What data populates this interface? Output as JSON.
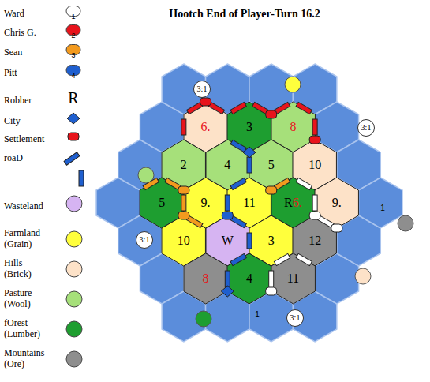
{
  "diagram": {
    "title": "Hootch End of Player-Turn 16.2",
    "nodes": [
      {
        "text": [
          "3:1"
        ]
      },
      {
        "text": [
          "6."
        ]
      },
      {
        "text": [
          "3"
        ]
      },
      {
        "text": [
          "8"
        ]
      },
      {
        "text": [
          "3:1"
        ]
      },
      {
        "text": [
          "2"
        ]
      },
      {
        "text": [
          "4"
        ]
      },
      {
        "text": [
          "5"
        ]
      },
      {
        "text": [
          "10"
        ]
      },
      {
        "text": [
          "5"
        ]
      },
      {
        "text": [
          "9."
        ]
      },
      {
        "text": [
          "11"
        ]
      },
      {
        "text": [
          "R",
          "6."
        ]
      },
      {
        "text": [
          "9."
        ]
      },
      {
        "text": [
          "3:1"
        ]
      },
      {
        "text": [
          "10"
        ]
      },
      {
        "text": [
          "W"
        ]
      },
      {
        "text": [
          "3"
        ]
      },
      {
        "text": [
          "12"
        ]
      },
      {
        "text": [
          "8"
        ]
      },
      {
        "text": [
          "4"
        ]
      },
      {
        "text": [
          "11"
        ]
      },
      {
        "text": [
          "3:1"
        ]
      }
    ],
    "labels": [
      "1",
      "2",
      "3",
      "4",
      "R",
      "1",
      "1"
    ],
    "legend": [
      {
        "text": "Ward",
        "color": "#ffffff"
      },
      {
        "text": "Chris G.",
        "color": "#e8141c"
      },
      {
        "text": "Sean",
        "color": "#f39a1e"
      },
      {
        "text": "Pitt",
        "color": "#1f5fcf"
      },
      {
        "text": "Robber"
      },
      {
        "text": "City"
      },
      {
        "text": "Settlement"
      },
      {
        "text": "roaD"
      },
      {
        "text": "Wasteland",
        "color": "#d6b4f2"
      },
      {
        "text": "Farmland (Grain)",
        "color": "#ffff3c"
      },
      {
        "text": "Hills (Brick)",
        "color": "#fde2c8"
      },
      {
        "text": "Pasture (Wool)",
        "color": "#a6e07a"
      },
      {
        "text": "fOrest (Lumber)",
        "color": "#1e9e30"
      },
      {
        "text": "Mountains (Ore)",
        "color": "#8e8e8e"
      }
    ]
  }
}
